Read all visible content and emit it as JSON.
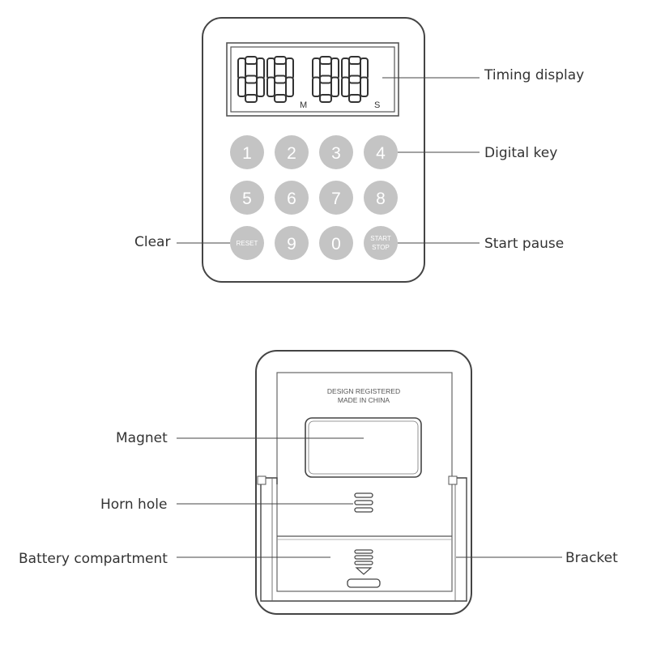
{
  "labels": {
    "timing_display": "Timing display",
    "digital_key": "Digital key",
    "clear": "Clear",
    "start_pause": "Start pause",
    "magnet": "Magnet",
    "horn_hole": "Horn hole",
    "battery_compartment": "Battery compartment",
    "bracket": "Bracket"
  },
  "display": {
    "digits": "88:88",
    "minute_unit": "M",
    "second_unit": "S"
  },
  "keypad": {
    "keys": [
      "1",
      "2",
      "3",
      "4",
      "5",
      "6",
      "7",
      "8"
    ],
    "reset": "RESET",
    "nine": "9",
    "zero": "0",
    "start_line1": "START",
    "start_line2": "STOP"
  },
  "back": {
    "line1": "DESIGN REGISTERED",
    "line2": "MADE IN CHINA"
  },
  "colors": {
    "key_fill": "#c4c4c4",
    "outline": "#444444",
    "leader": "#444444"
  }
}
